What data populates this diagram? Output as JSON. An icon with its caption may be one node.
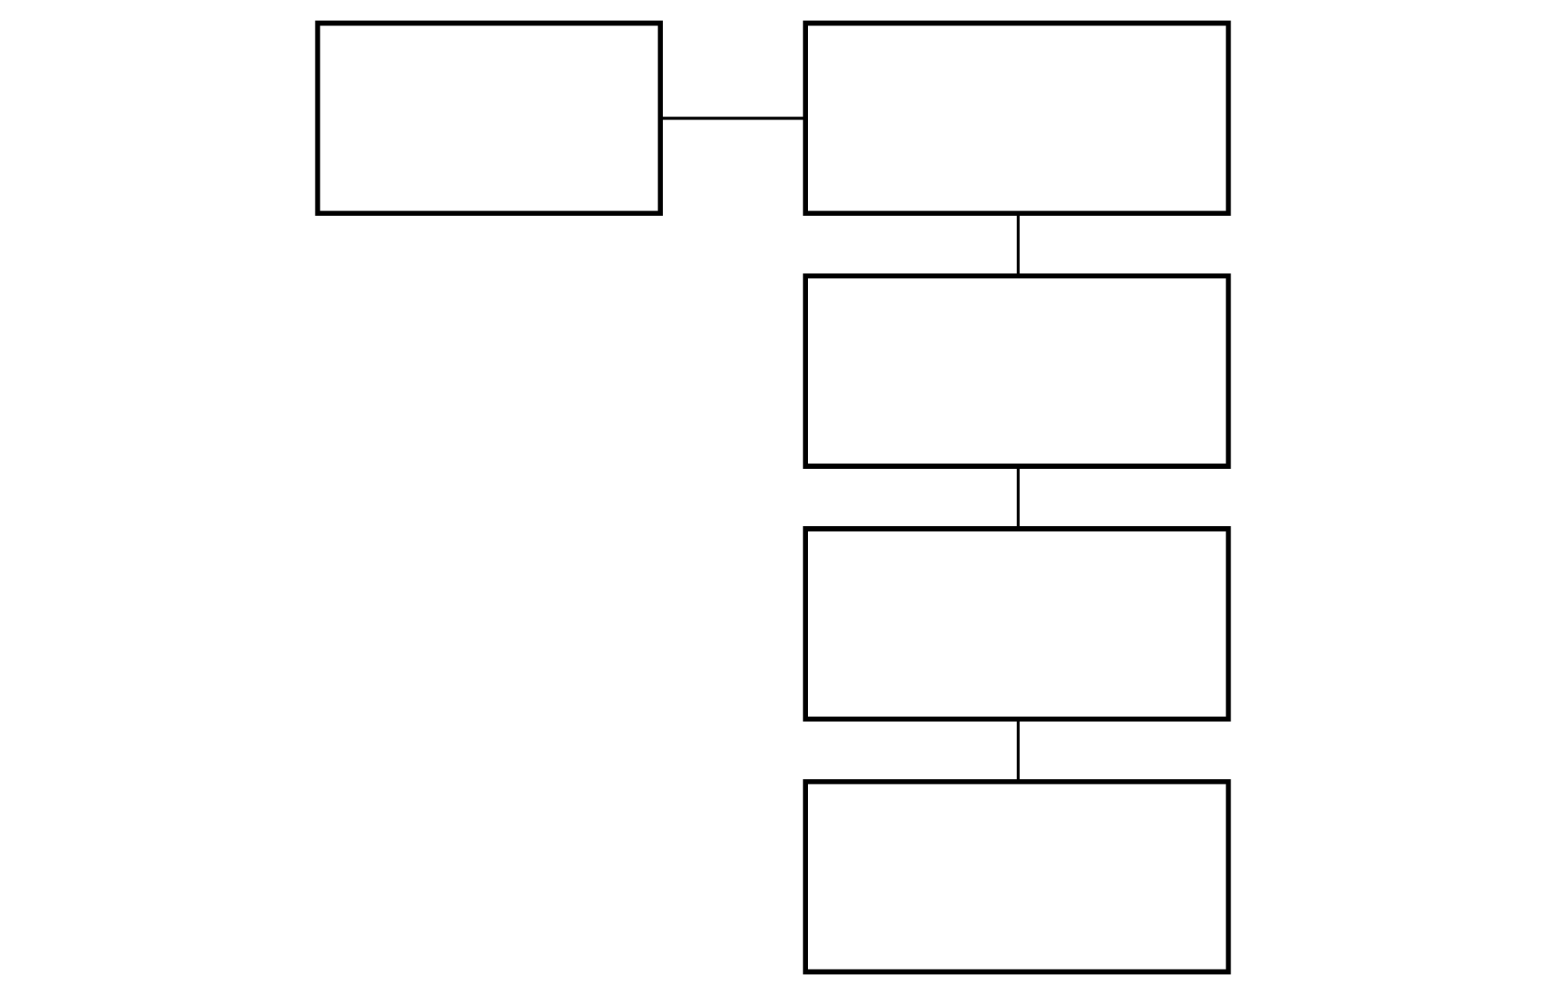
{
  "diagram": {
    "nodes": [
      {
        "text": [],
        "shape": "box"
      },
      {
        "text": [],
        "shape": "box"
      },
      {
        "text": [],
        "shape": "box"
      },
      {
        "text": [],
        "shape": "box"
      },
      {
        "text": [],
        "shape": "box"
      }
    ],
    "edges": [
      {
        "from": 0,
        "to": 1,
        "arrow": "none"
      },
      {
        "from": 1,
        "to": 2,
        "arrow": "none"
      },
      {
        "from": 2,
        "to": 3,
        "arrow": "none"
      },
      {
        "from": 3,
        "to": 4,
        "arrow": "none"
      }
    ]
  }
}
